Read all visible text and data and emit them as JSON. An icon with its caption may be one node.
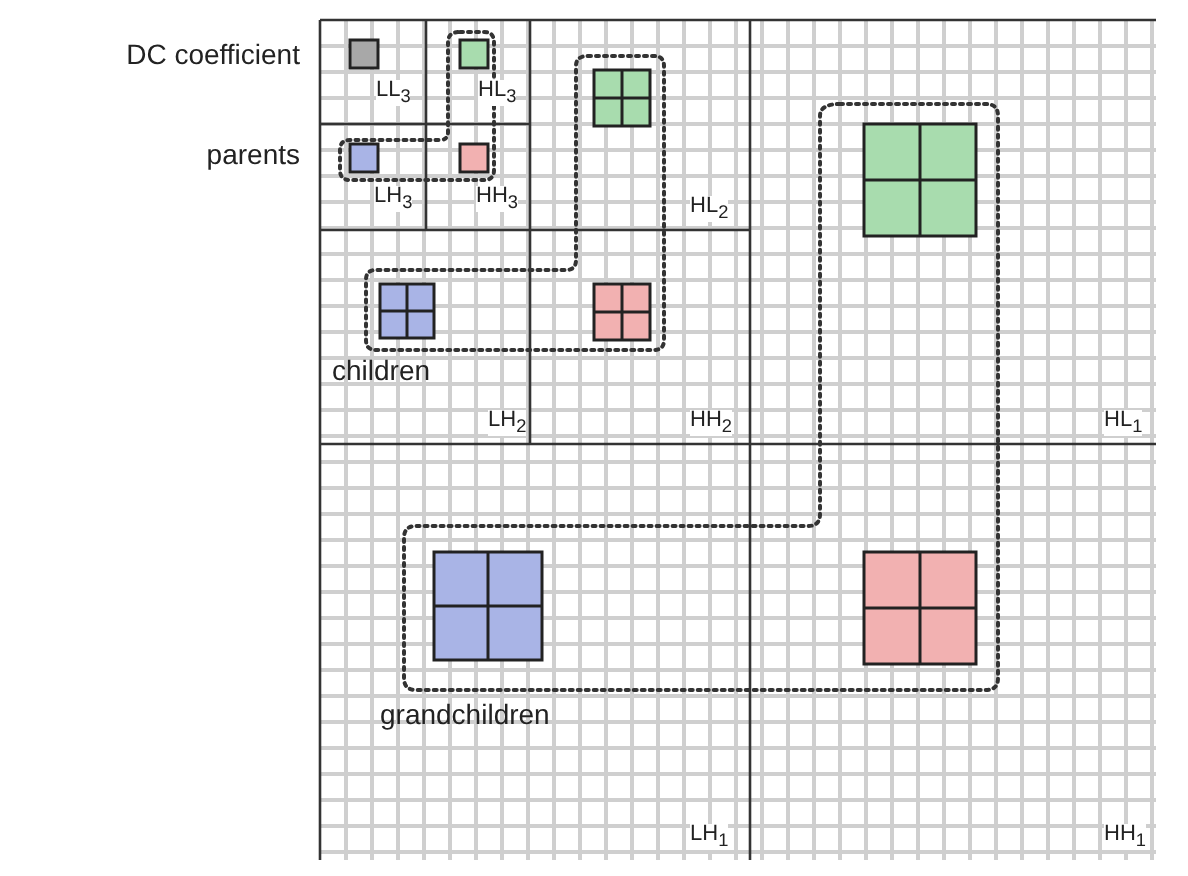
{
  "diagram": {
    "labels": [
      "DC coefficient",
      "LL$_{3}$",
      "HL$_{3}$",
      "parents",
      "LH$_{3}$",
      "HH$_{3}$",
      "HL$_{2}$",
      "children",
      "LH$_{2}$",
      "HH$_{2}$",
      "HL$_{1}$",
      "grandchildren",
      "LH$_{1}$",
      "HH$_{1}$"
    ]
  }
}
